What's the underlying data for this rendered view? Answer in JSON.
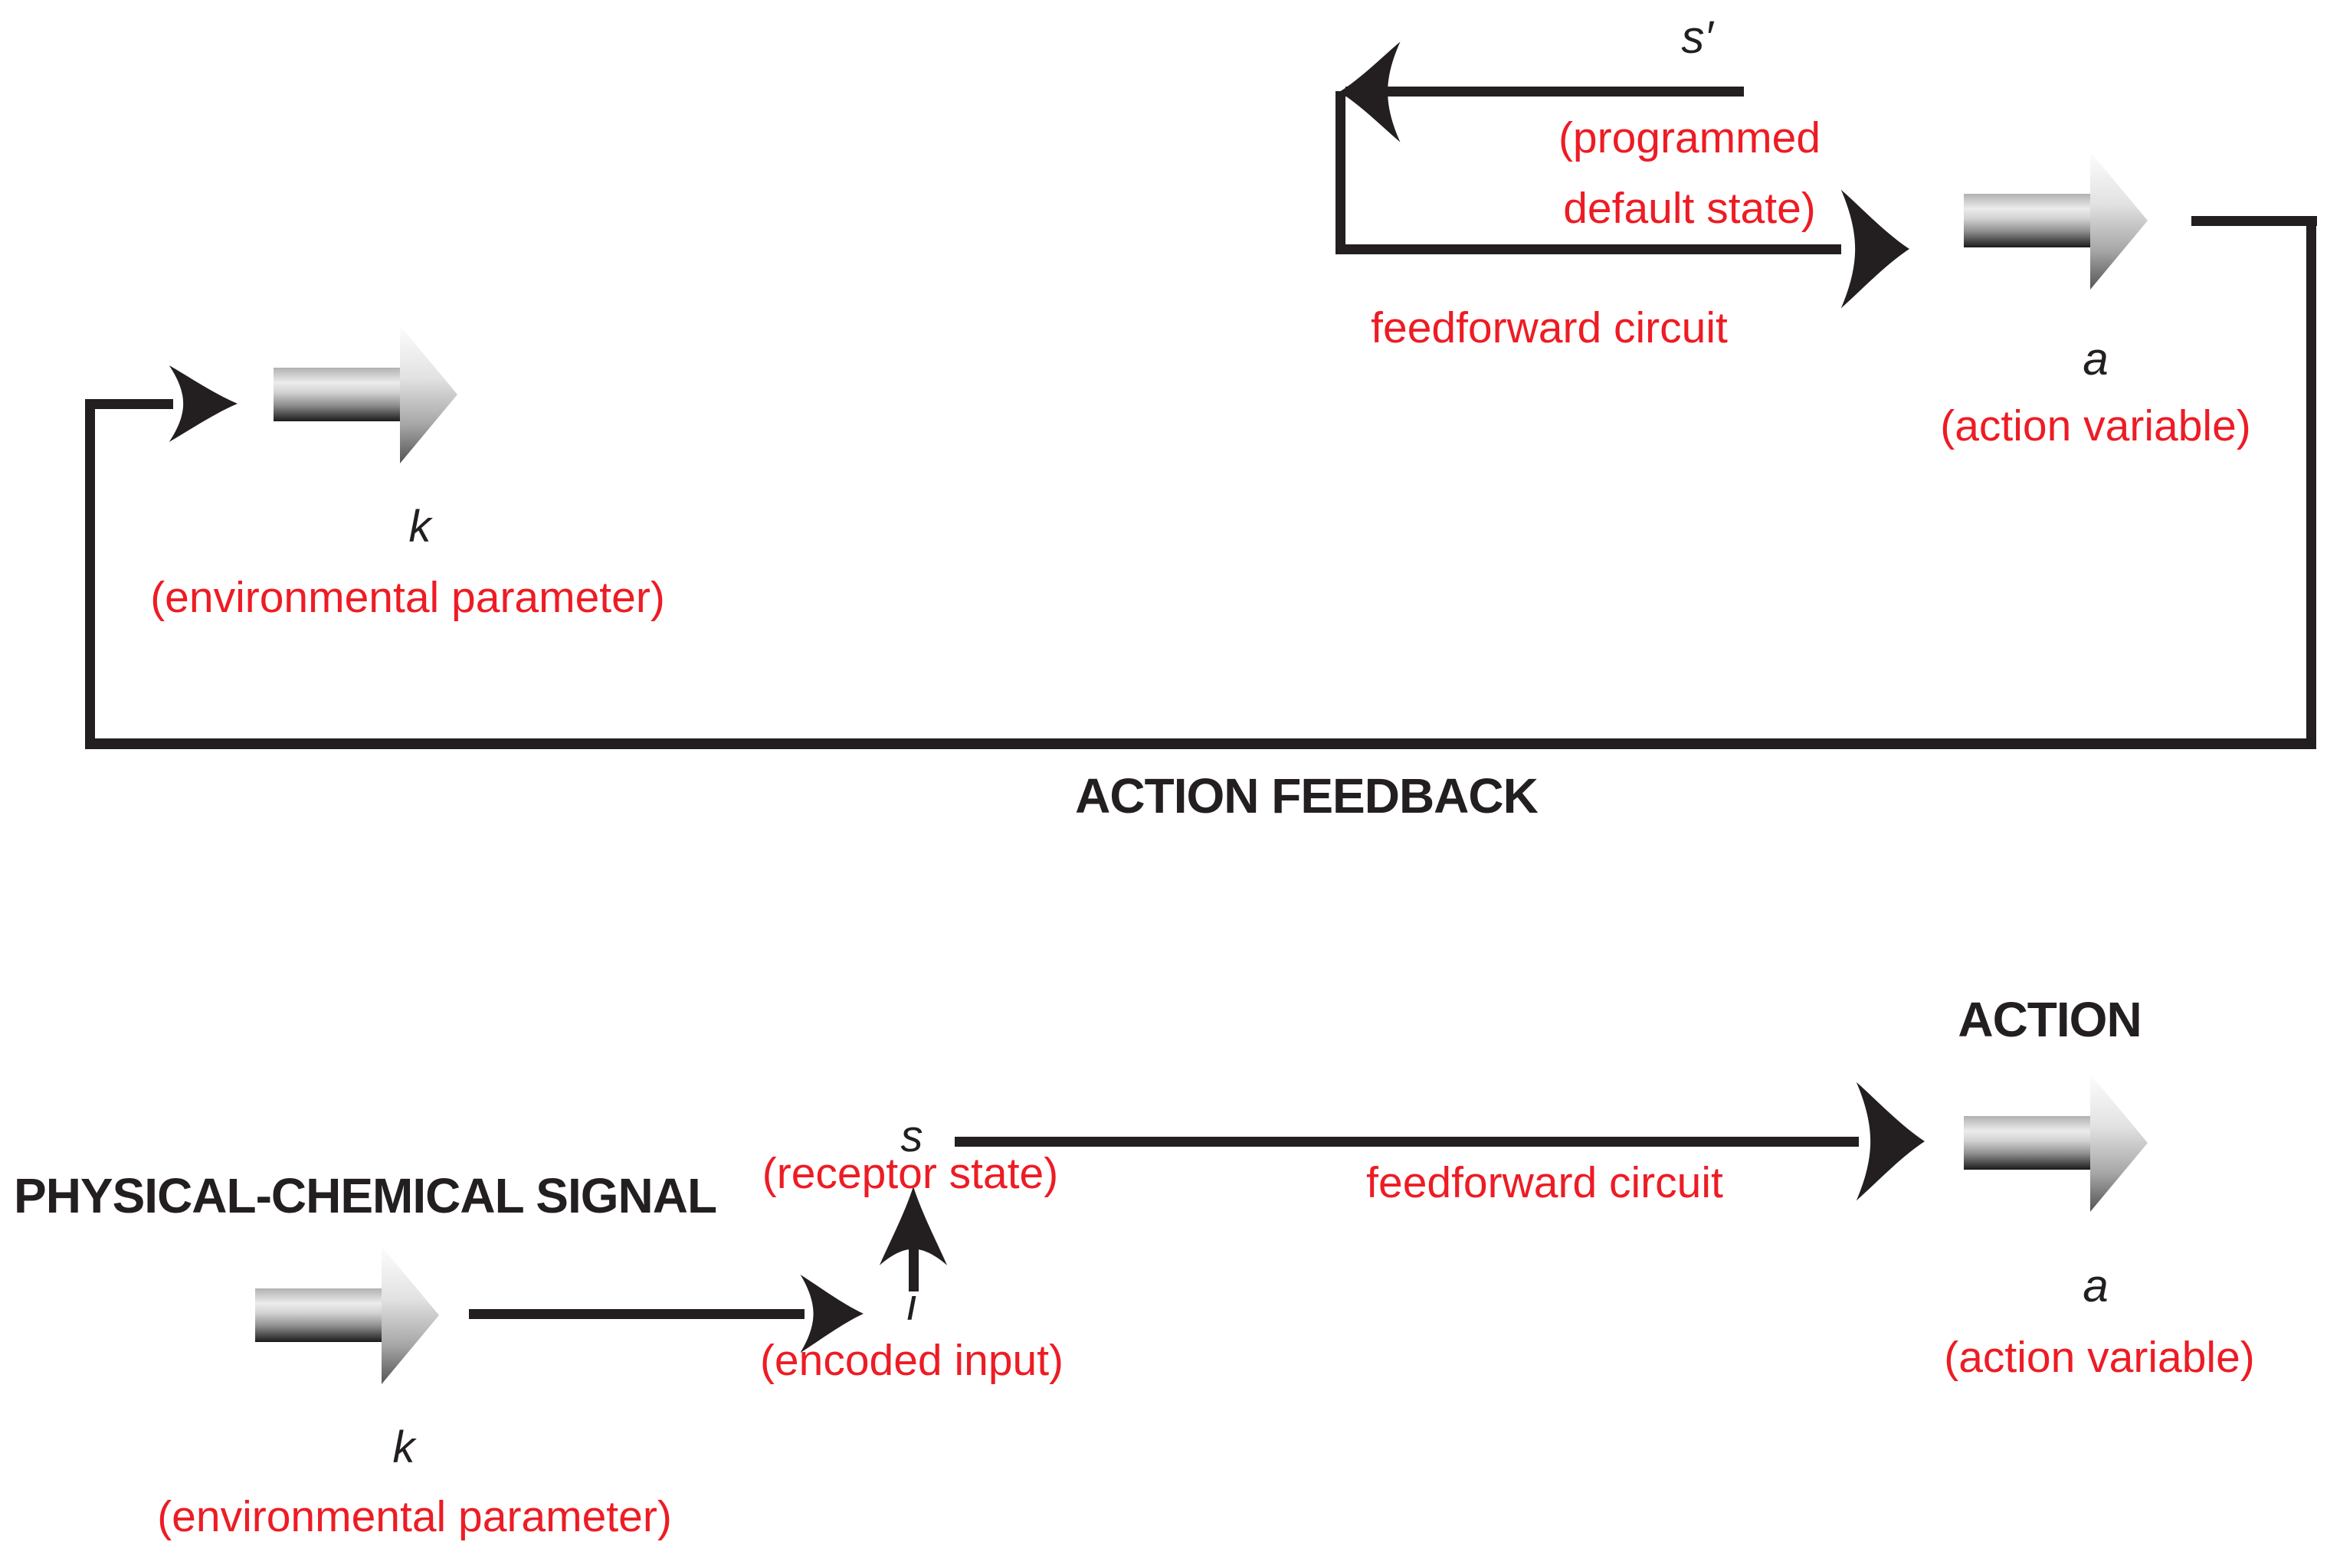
{
  "colors": {
    "accent_red": "#ED1C24",
    "ink_black": "#231F20"
  },
  "top": {
    "title": "ACTION FEEDBACK",
    "s_prime": {
      "symbol": "s′",
      "caption_line1": "(programmed",
      "caption_line2": "default state)"
    },
    "feedforward": "feedforward circuit",
    "k": {
      "symbol": "k",
      "caption": "(environmental parameter)"
    },
    "a": {
      "symbol": "a",
      "caption": "(action variable)"
    }
  },
  "bottom": {
    "signal_title": "PHYSICAL-CHEMICAL SIGNAL",
    "action_title": "ACTION",
    "k": {
      "symbol": "k",
      "caption": "(environmental parameter)"
    },
    "i": {
      "symbol": "i",
      "caption": "(encoded input)"
    },
    "s": {
      "symbol": "s",
      "caption": "(receptor state)"
    },
    "feedforward": "feedforward circuit",
    "a": {
      "symbol": "a",
      "caption": "(action variable)"
    }
  }
}
